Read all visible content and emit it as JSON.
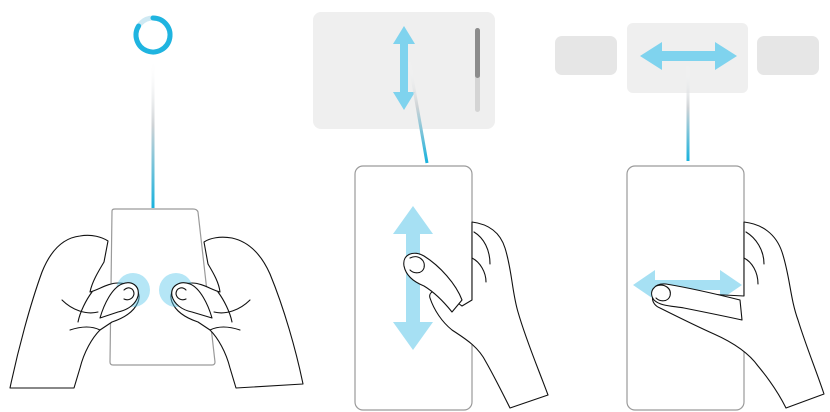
{
  "colors": {
    "accent": "#5bc8ea",
    "accent_light": "#a6e0f3",
    "panel": "#efefef",
    "tile": "#e6e6e6",
    "outline": "#9a9a9a",
    "ink": "#111111",
    "scroll_track": "#d4d4d4",
    "scroll_thumb": "#8c8c8c"
  },
  "panels": [
    {
      "gesture": "two-thumb-press",
      "feedback": "ring-indicator"
    },
    {
      "gesture": "vertical-swipe",
      "feedback": "vertical-scroll"
    },
    {
      "gesture": "horizontal-swipe",
      "feedback": "horizontal-carousel"
    }
  ]
}
